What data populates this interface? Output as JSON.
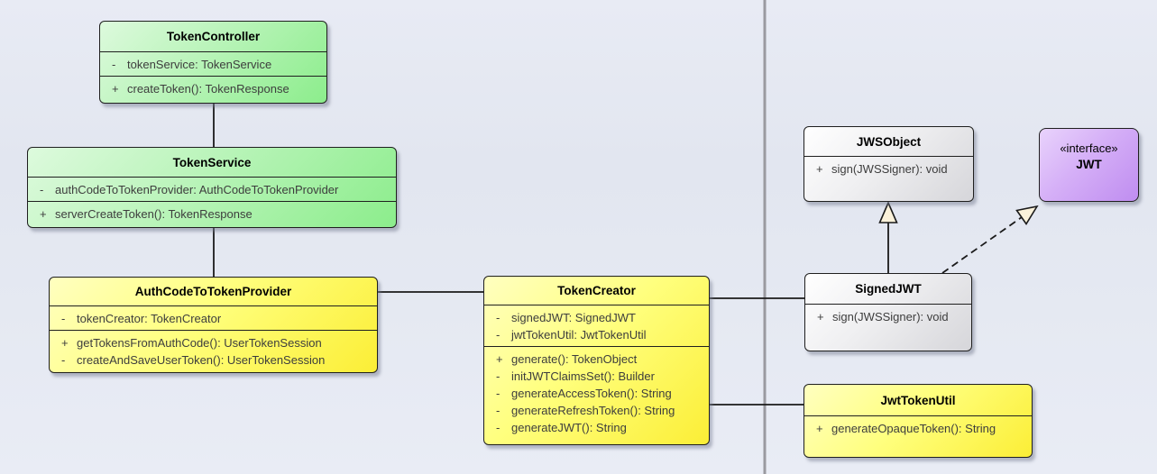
{
  "diagram": {
    "kind": "uml-class-diagram",
    "palette": {
      "background": "#e5e9f2",
      "separator_line": "#9a9aa0",
      "connector_line": "#1a1a1a",
      "box_border": "#1f1f1f",
      "member_text": "#3d3d3d",
      "title_text": "#000000",
      "arrowhead_fill": "#fbf2da",
      "green_fill_light": "#ddfadd",
      "green_fill_dark": "#8ced8c",
      "yellow_fill_light": "#ffffc0",
      "yellow_fill_dark": "#fbee36",
      "gray_fill_light": "#ffffff",
      "gray_fill_dark": "#d6d6da",
      "purple_fill_light": "#e9d3fc",
      "purple_fill_dark": "#bf8df0"
    }
  },
  "classes": [
    {
      "name": "TokenController",
      "attributes": [
        {
          "sign": "-",
          "text": "tokenService: TokenService"
        }
      ],
      "methods": [
        {
          "sign": "+",
          "text": "createToken(): TokenResponse"
        }
      ]
    },
    {
      "name": "TokenService",
      "attributes": [
        {
          "sign": "-",
          "text": "authCodeToTokenProvider: AuthCodeToTokenProvider"
        }
      ],
      "methods": [
        {
          "sign": "+",
          "text": "serverCreateToken(): TokenResponse"
        }
      ]
    },
    {
      "name": "AuthCodeToTokenProvider",
      "attributes": [
        {
          "sign": "-",
          "text": "tokenCreator: TokenCreator"
        }
      ],
      "methods": [
        {
          "sign": "+",
          "text": "getTokensFromAuthCode(): UserTokenSession"
        },
        {
          "sign": "-",
          "text": "createAndSaveUserToken(): UserTokenSession"
        }
      ]
    },
    {
      "name": "TokenCreator",
      "attributes": [
        {
          "sign": "-",
          "text": "signedJWT: SignedJWT"
        },
        {
          "sign": "-",
          "text": "jwtTokenUtil: JwtTokenUtil"
        }
      ],
      "methods": [
        {
          "sign": "+",
          "text": "generate(): TokenObject"
        },
        {
          "sign": "-",
          "text": "initJWTClaimsSet(): Builder"
        },
        {
          "sign": "-",
          "text": "generateAccessToken(): String"
        },
        {
          "sign": "-",
          "text": "generateRefreshToken(): String"
        },
        {
          "sign": "-",
          "text": "generateJWT(): String"
        }
      ]
    },
    {
      "name": "JWSObject",
      "attributes": [],
      "methods": [
        {
          "sign": "+",
          "text": "sign(JWSSigner): void"
        }
      ]
    },
    {
      "name": "SignedJWT",
      "attributes": [],
      "methods": [
        {
          "sign": "+",
          "text": "sign(JWSSigner): void"
        }
      ]
    },
    {
      "name": "JwtTokenUtil",
      "attributes": [],
      "methods": [
        {
          "sign": "+",
          "text": "generateOpaqueToken(): String"
        }
      ]
    },
    {
      "name": "JWT",
      "stereotype": "«interface»",
      "attributes": [],
      "methods": []
    }
  ],
  "relationships": [
    {
      "from": "TokenController",
      "to": "TokenService",
      "type": "association"
    },
    {
      "from": "TokenService",
      "to": "AuthCodeToTokenProvider",
      "type": "association"
    },
    {
      "from": "AuthCodeToTokenProvider",
      "to": "TokenCreator",
      "type": "association"
    },
    {
      "from": "TokenCreator",
      "to": "SignedJWT",
      "type": "association"
    },
    {
      "from": "TokenCreator",
      "to": "JwtTokenUtil",
      "type": "association"
    },
    {
      "from": "SignedJWT",
      "to": "JWSObject",
      "type": "generalization"
    },
    {
      "from": "SignedJWT",
      "to": "JWT",
      "type": "realization"
    }
  ]
}
